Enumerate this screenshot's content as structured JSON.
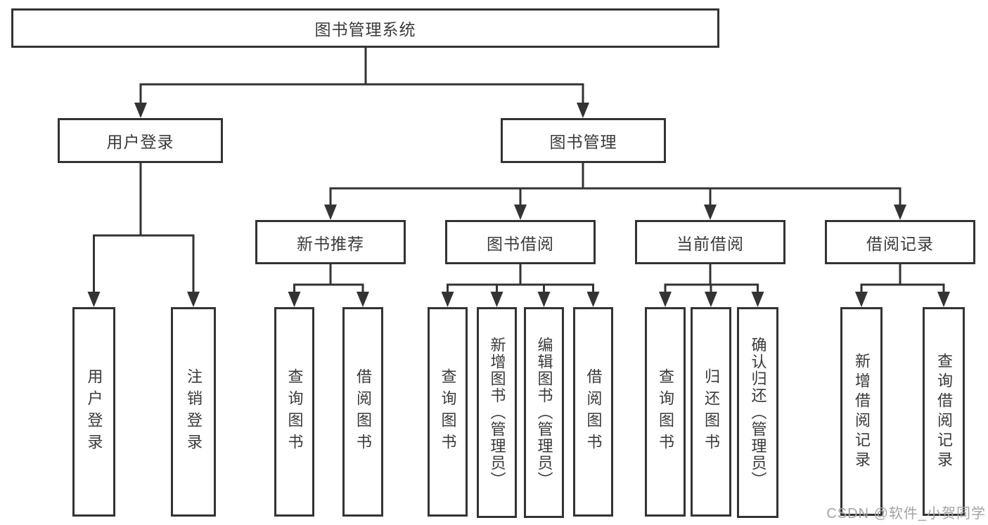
{
  "diagram": {
    "colors": {
      "line": "#333333",
      "text": "#3a3a3a",
      "background": "#ffffff",
      "watermark": "#a2a2a8"
    },
    "nodes": {
      "root": {
        "label": "图书管理系统"
      },
      "level2": [
        {
          "label": "用户登录"
        },
        {
          "label": "图书管理"
        }
      ],
      "level3": [
        {
          "label": "新书推荐",
          "parent": "图书管理"
        },
        {
          "label": "图书借阅",
          "parent": "图书管理"
        },
        {
          "label": "当前借阅",
          "parent": "图书管理"
        },
        {
          "label": "借阅记录",
          "parent": "图书管理"
        }
      ],
      "leaves": [
        {
          "label": "用户登录",
          "parent": "用户登录"
        },
        {
          "label": "注销登录",
          "parent": "用户登录"
        },
        {
          "label": "查询图书",
          "parent": "新书推荐"
        },
        {
          "label": "借阅图书",
          "parent": "新书推荐"
        },
        {
          "label": "查询图书",
          "parent": "图书借阅"
        },
        {
          "label": "新增图书（管理员）",
          "parent": "图书借阅"
        },
        {
          "label": "编辑图书（管理员）",
          "parent": "图书借阅"
        },
        {
          "label": "借阅图书",
          "parent": "图书借阅"
        },
        {
          "label": "查询图书",
          "parent": "当前借阅"
        },
        {
          "label": "归还图书",
          "parent": "当前借阅"
        },
        {
          "label": "确认归还（管理员）",
          "parent": "当前借阅"
        },
        {
          "label": "新增借阅记录",
          "parent": "借阅记录"
        },
        {
          "label": "查询借阅记录",
          "parent": "借阅记录"
        }
      ]
    },
    "watermark": "CSDN @软件_小贺同学"
  }
}
